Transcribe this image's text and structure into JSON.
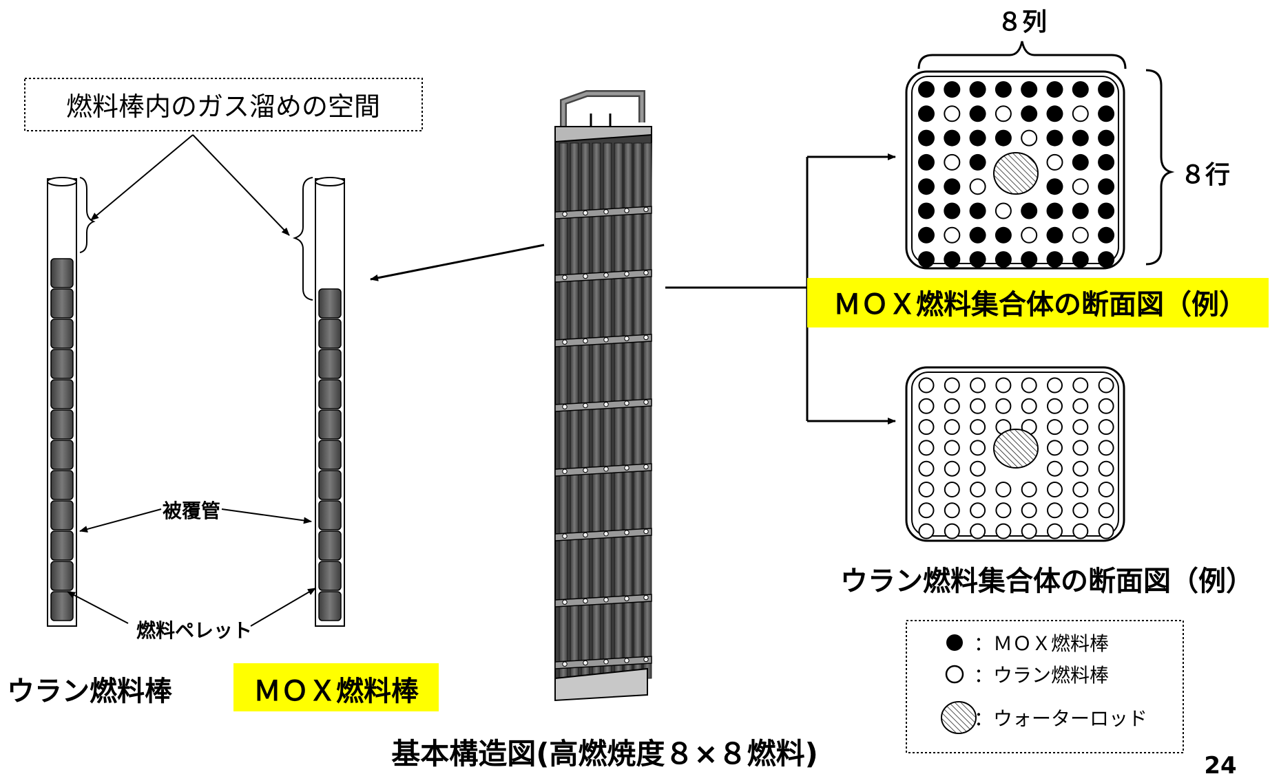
{
  "gas_space": {
    "label": "燃料棒内のガス溜めの空間"
  },
  "rod_labels": {
    "cladding": "被覆管",
    "pellet": "燃料ペレット",
    "uranium_rod": "ウラン燃料棒",
    "mox_rod": "ＭＯＸ燃料棒"
  },
  "assembly": {
    "caption": "基本構造図(高燃焼度８×８燃料)"
  },
  "mox_section": {
    "columns_label": "８列",
    "rows_label": "８行",
    "caption": "ＭＯＸ燃料集合体の断面図（例）",
    "grid": [
      "MMMMMMMM",
      "MUMUMMUM",
      "MMMMUMMM",
      "MUM..UMM",
      "MMU..MUM",
      "MMMUMMMM",
      "MUMMUMUM",
      "MMMMMMMM"
    ]
  },
  "uranium_section": {
    "caption": "ウラン燃料集合体の断面図（例）",
    "grid": [
      "UUUUUUUU",
      "UUUUUUUU",
      "UUUUUUUU",
      "UUU..UUU",
      "UUU..UUU",
      "UUUUUUUU",
      "UUUUUUUU",
      "UUUUUUUU"
    ]
  },
  "legend": {
    "items": [
      {
        "symbol": "mox-rod-icon",
        "label": "：ＭＯＸ燃料棒"
      },
      {
        "symbol": "uranium-rod-icon",
        "label": "：ウラン燃料棒"
      },
      {
        "symbol": "water-rod-icon",
        "label": "：ウォーターロッド"
      }
    ]
  },
  "page_number": "24",
  "colors": {
    "highlight": "#ffff00",
    "rod_fill": "#5a5a5a",
    "black": "#000000"
  }
}
